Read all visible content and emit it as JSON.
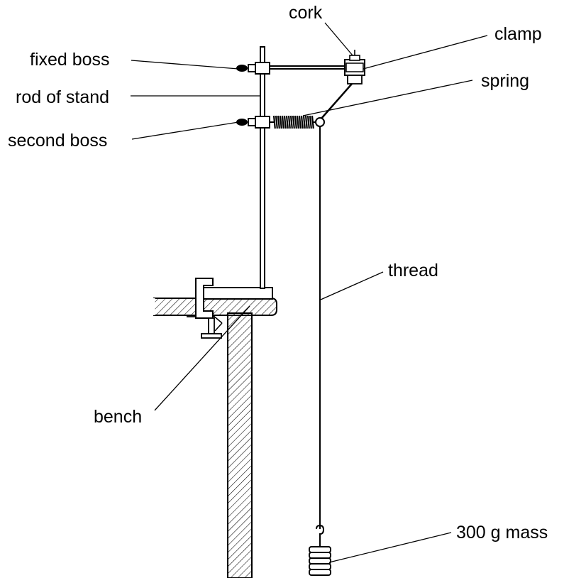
{
  "labels": {
    "cork": "cork",
    "clamp": "clamp",
    "fixed_boss": "fixed boss",
    "rod_of_stand": "rod of stand",
    "spring": "spring",
    "second_boss": "second boss",
    "thread": "thread",
    "bench": "bench",
    "mass": "300 g mass"
  }
}
